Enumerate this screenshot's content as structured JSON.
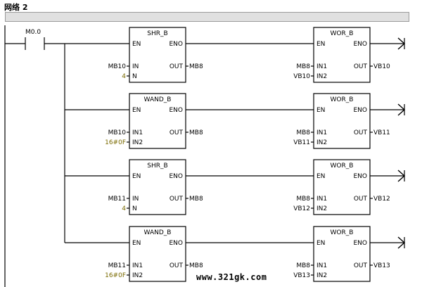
{
  "network": {
    "title": "网络 2"
  },
  "contact": {
    "label": "M0.0"
  },
  "rungs": [
    {
      "left": {
        "name": "SHR_B",
        "in1_label": "IN",
        "in1_value": "MB10",
        "in2_label": "N",
        "in2_value": "4",
        "in2_const": true,
        "out_label": "OUT",
        "out_value": "MB8",
        "en": "EN",
        "eno": "ENO"
      },
      "right": {
        "name": "WOR_B",
        "in1_label": "IN1",
        "in1_value": "MB8",
        "in2_label": "IN2",
        "in2_value": "VB10",
        "out_label": "OUT",
        "out_value": "VB10",
        "en": "EN",
        "eno": "ENO"
      }
    },
    {
      "left": {
        "name": "WAND_B",
        "in1_label": "IN1",
        "in1_value": "MB10",
        "in2_label": "IN2",
        "in2_value": "16#0F",
        "in2_const": true,
        "out_label": "OUT",
        "out_value": "MB8",
        "en": "EN",
        "eno": "ENO"
      },
      "right": {
        "name": "WOR_B",
        "in1_label": "IN1",
        "in1_value": "MB8",
        "in2_label": "IN2",
        "in2_value": "VB11",
        "out_label": "OUT",
        "out_value": "VB11",
        "en": "EN",
        "eno": "ENO"
      }
    },
    {
      "left": {
        "name": "SHR_B",
        "in1_label": "IN",
        "in1_value": "MB11",
        "in2_label": "N",
        "in2_value": "4",
        "in2_const": true,
        "out_label": "OUT",
        "out_value": "MB8",
        "en": "EN",
        "eno": "ENO"
      },
      "right": {
        "name": "WOR_B",
        "in1_label": "IN1",
        "in1_value": "MB8",
        "in2_label": "IN2",
        "in2_value": "VB12",
        "out_label": "OUT",
        "out_value": "VB12",
        "en": "EN",
        "eno": "ENO"
      }
    },
    {
      "left": {
        "name": "WAND_B",
        "in1_label": "IN1",
        "in1_value": "MB11",
        "in2_label": "IN2",
        "in2_value": "16#0F",
        "in2_const": true,
        "out_label": "OUT",
        "out_value": "MB8",
        "en": "EN",
        "eno": "ENO"
      },
      "right": {
        "name": "WOR_B",
        "in1_label": "IN1",
        "in1_value": "MB8",
        "in2_label": "IN2",
        "in2_value": "VB13",
        "out_label": "OUT",
        "out_value": "VB13",
        "en": "EN",
        "eno": "ENO"
      }
    }
  ],
  "watermark": "www.321gk.com"
}
